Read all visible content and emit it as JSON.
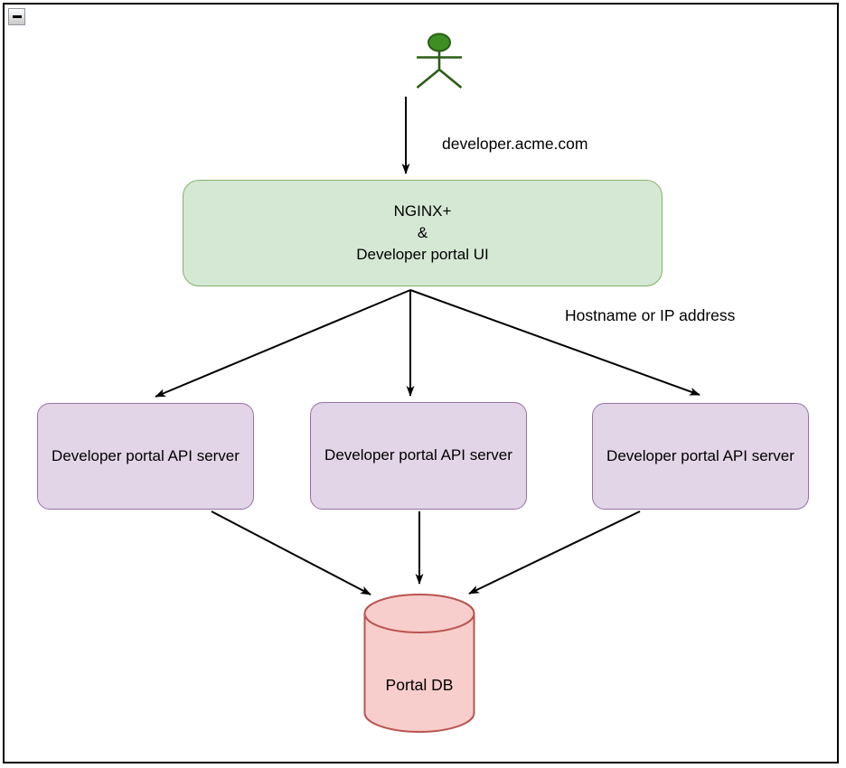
{
  "canvas": {
    "collapse_icon": "minus-icon"
  },
  "colors": {
    "gateway_fill": "#d5e8d4",
    "gateway_stroke": "#82b366",
    "api_fill": "#e1d5e7",
    "api_stroke": "#9673a6",
    "db_fill": "#f8cecc",
    "db_stroke": "#b85450",
    "actor_fill": "#3f8e24",
    "actor_stroke": "#2a5f16",
    "arrow": "#000000",
    "frame_border": "#000000"
  },
  "diagram": {
    "actor": "user",
    "edge_labels": {
      "domain": "developer.acme.com",
      "routing": "Hostname or IP address"
    },
    "nodes": {
      "gateway": "NGINX+\n&\nDeveloper portal UI",
      "api_servers": [
        "Developer portal API server",
        "Developer portal API server",
        "Developer portal API server"
      ],
      "database": "Portal DB"
    }
  }
}
